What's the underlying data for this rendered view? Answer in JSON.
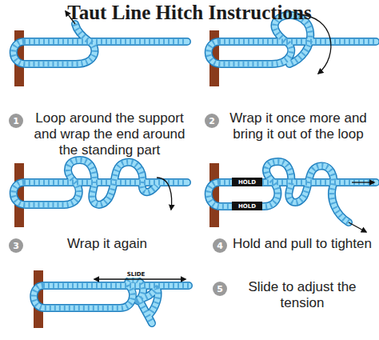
{
  "diagram": {
    "title": "Taut Line Hitch Instructions",
    "nodes": [
      {
        "text": [
          "1"
        ]
      },
      {
        "text": [
          "2"
        ]
      },
      {
        "text": [
          "3"
        ]
      },
      {
        "text": [
          "HOLD"
        ]
      },
      {
        "text": [
          "HOLD"
        ]
      },
      {
        "text": [
          "4"
        ]
      },
      {
        "text": [
          "5"
        ]
      }
    ],
    "labels": [
      "Loop around the support and wrap the end around the standing part",
      "Wrap it once more and bring it out of the loop",
      "Wrap it again",
      "Hold and pull to tighten",
      "SLIDE",
      "Slide to adjust the tension"
    ]
  }
}
